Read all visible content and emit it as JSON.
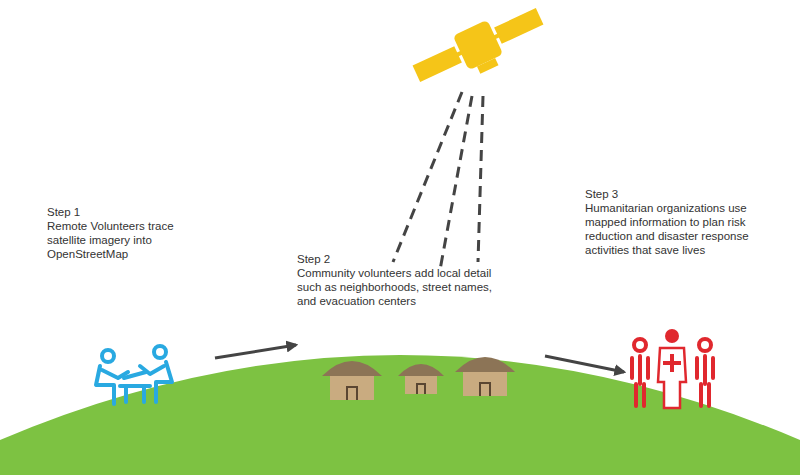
{
  "diagram": {
    "labels": [
      "Step 1",
      "Remote Volunteers trace satellite imagery into OpenStreetMap",
      "Step 2",
      "Community volunteers add local detail such as neighborhoods, street names, and evacuation centers",
      "Step 3",
      "Humanitarian organizations use mapped information to plan risk reduction and disaster response activities that save lives"
    ]
  }
}
